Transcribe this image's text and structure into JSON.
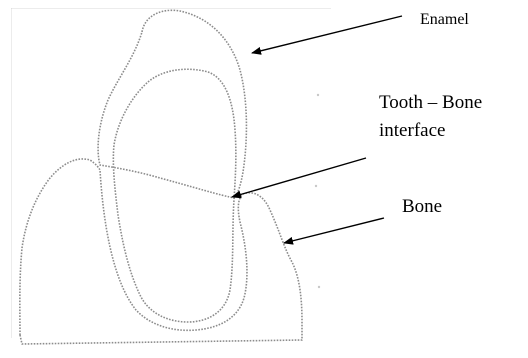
{
  "labels": {
    "enamel": "Enamel",
    "interface_line1": "Tooth – Bone",
    "interface_line2": "interface",
    "bone": "Bone"
  },
  "colors": {
    "outline": "#8c8c8c",
    "arrow": "#000000",
    "text": "#000000",
    "background": "#ffffff"
  }
}
